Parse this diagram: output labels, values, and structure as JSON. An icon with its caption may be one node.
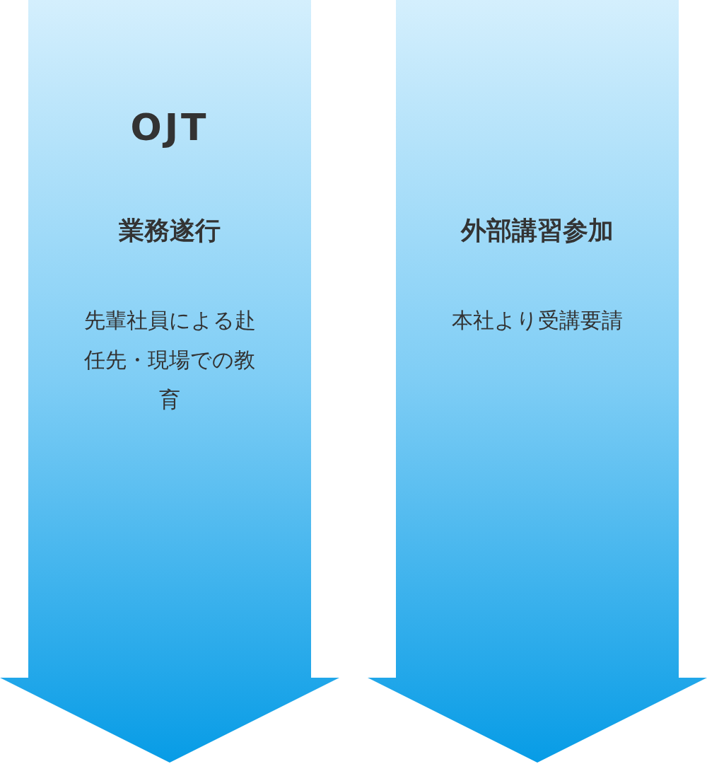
{
  "diagram": {
    "nodes": [
      {
        "text": [
          "OJT",
          "業務遂行",
          "先輩社員による赴任先・現場での教育"
        ]
      },
      {
        "text": [
          "外部講習参加",
          "本社より受講要請"
        ]
      }
    ]
  }
}
